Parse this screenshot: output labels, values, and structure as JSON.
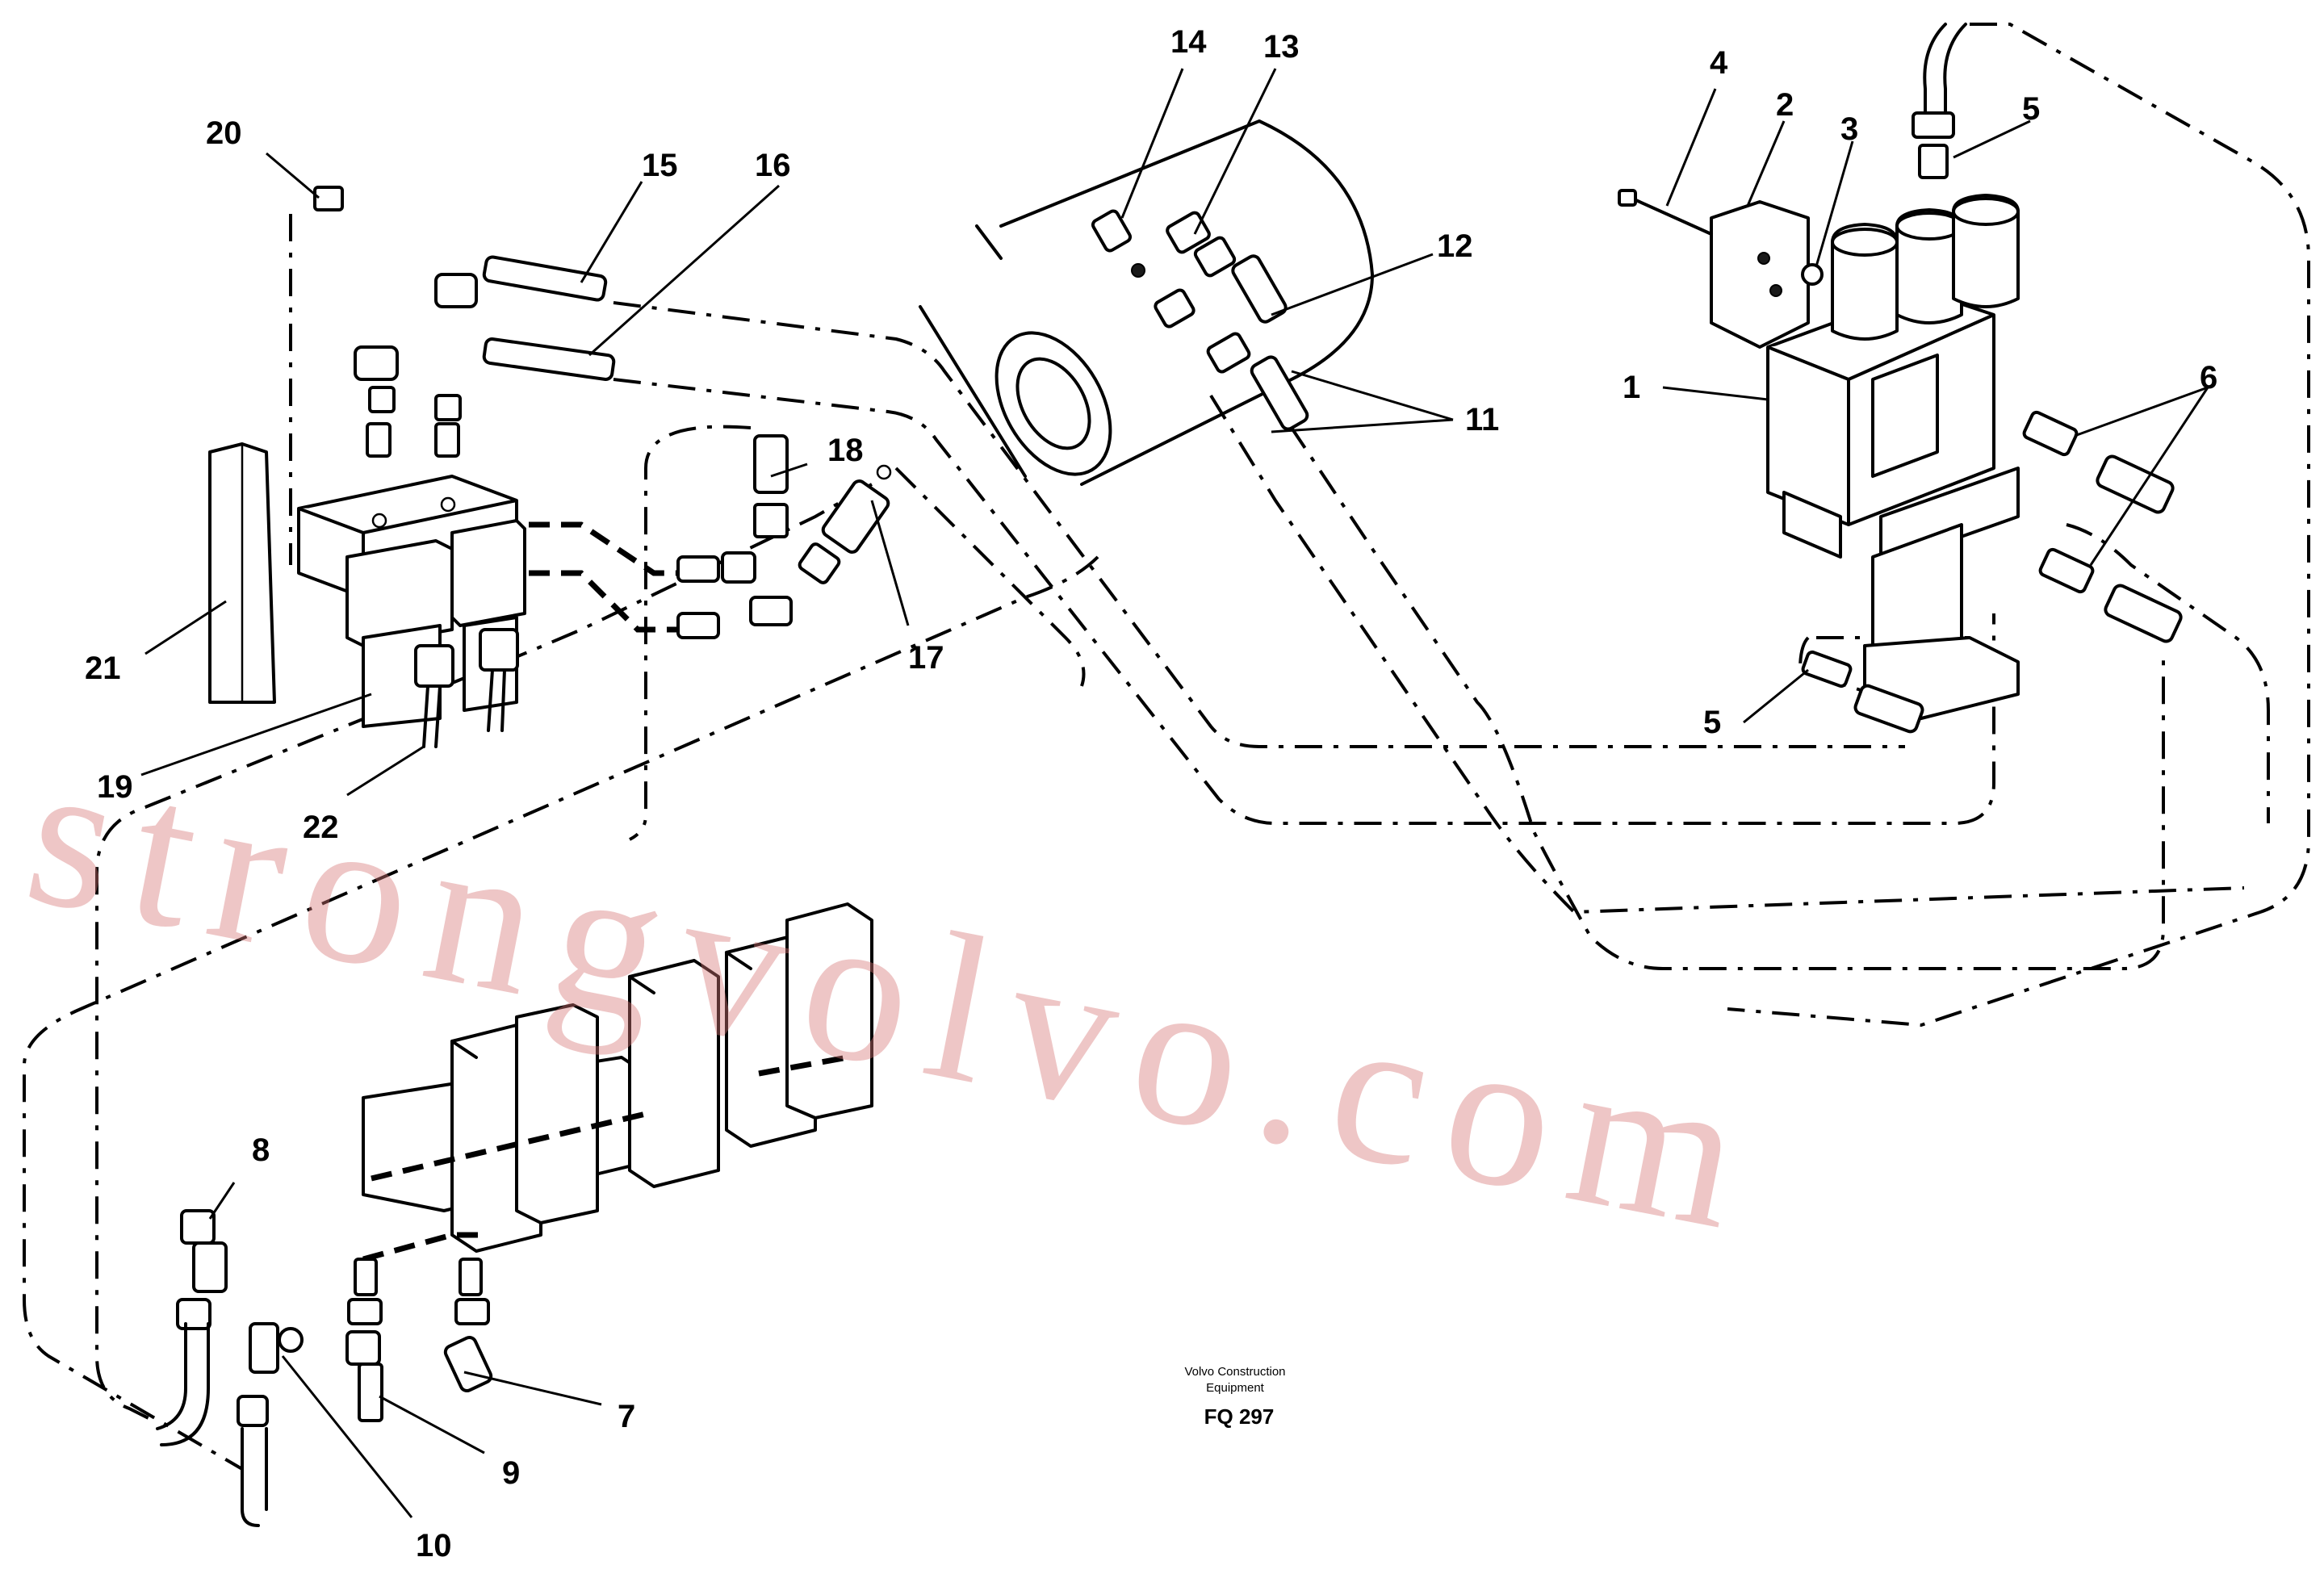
{
  "callouts": [
    {
      "id": "c1",
      "text": "1"
    },
    {
      "id": "c2",
      "text": "2"
    },
    {
      "id": "c3",
      "text": "3"
    },
    {
      "id": "c4",
      "text": "4"
    },
    {
      "id": "c5a",
      "text": "5"
    },
    {
      "id": "c5b",
      "text": "5"
    },
    {
      "id": "c6",
      "text": "6"
    },
    {
      "id": "c7",
      "text": "7"
    },
    {
      "id": "c8",
      "text": "8"
    },
    {
      "id": "c9",
      "text": "9"
    },
    {
      "id": "c10",
      "text": "10"
    },
    {
      "id": "c11",
      "text": "11"
    },
    {
      "id": "c12",
      "text": "12"
    },
    {
      "id": "c13",
      "text": "13"
    },
    {
      "id": "c14",
      "text": "14"
    },
    {
      "id": "c15",
      "text": "15"
    },
    {
      "id": "c16",
      "text": "16"
    },
    {
      "id": "c17",
      "text": "17"
    },
    {
      "id": "c18",
      "text": "18"
    },
    {
      "id": "c19",
      "text": "19"
    },
    {
      "id": "c20",
      "text": "20"
    },
    {
      "id": "c21",
      "text": "21"
    },
    {
      "id": "c22",
      "text": "22"
    }
  ],
  "caption": {
    "company_line1": "Volvo Construction",
    "company_line2": "Equipment",
    "figure_code": "FQ 297"
  },
  "watermark": "strongvolvo.com"
}
